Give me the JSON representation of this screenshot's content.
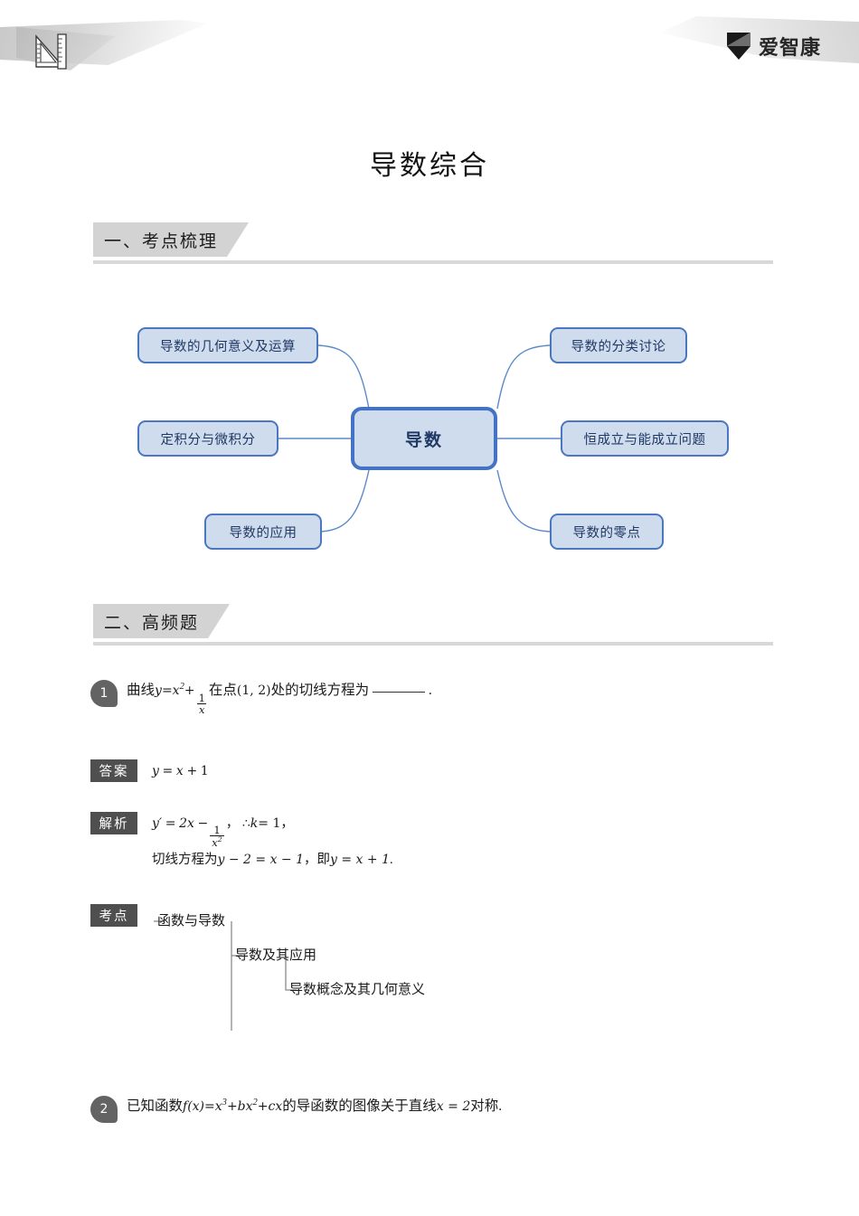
{
  "header": {
    "left_icon": "triangle-ruler-icon",
    "logo_mark": "bowtie-logo-mark",
    "logo_text": "爱智康"
  },
  "document": {
    "title": "导数综合"
  },
  "sections": [
    {
      "label": "一、考点梳理"
    },
    {
      "label": "二、高频题"
    }
  ],
  "mindmap": {
    "center": "导数",
    "left_nodes": [
      "导数的几何意义及运算",
      "定积分与微积分",
      "导数的应用"
    ],
    "right_nodes": [
      "导数的分类讨论",
      "恒成立与能成立问题",
      "导数的零点"
    ],
    "colors": {
      "node_fill": "#cfdcee",
      "node_border": "#4a77c0",
      "center_border": "#4472c4",
      "text": "#1f3864",
      "connector": "#5b8ac9"
    }
  },
  "questions": [
    {
      "number": "1",
      "stem": {
        "p1": "曲线",
        "eq_y": "y",
        "eq_eq": "=",
        "eq_x2": "x",
        "eq_x2_exp": "2",
        "eq_plus": "+",
        "frac_num": "1",
        "frac_den": "x",
        "p2": "在点",
        "point": "(1, 2)",
        "p3": "处的切线方程为",
        "p4": "."
      },
      "answer": {
        "tag": "答案",
        "eq_y": "y",
        "eq_eq": "=",
        "eq_x": "x",
        "eq_plus": "+",
        "eq_one": "1"
      },
      "analysis": {
        "tag": "解析",
        "line1_yprime": "y′",
        "line1_eq": "=",
        "line1_2x": "2x",
        "line1_minus": "−",
        "line1_frac_num": "1",
        "line1_frac_den": "x",
        "line1_frac_den_exp": "2",
        "line1_comma": "，",
        "line1_therefore": "∴",
        "line1_k": "k",
        "line1_k_eq": "= 1",
        "line1_end": "，",
        "line2_prefix": "切线方程为",
        "line2_eq1": "y − 2 = x − 1",
        "line2_mid": "，即",
        "line2_eq2": "y = x + 1",
        "line2_end": "."
      },
      "keypoints": {
        "tag": "考点",
        "level1": "函数与导数",
        "level2": "导数及其应用",
        "level3": "导数概念及其几何意义"
      }
    },
    {
      "number": "2",
      "stem": {
        "p1": "已知函数",
        "fx": "f(x)",
        "eq": "=",
        "x3": "x",
        "x3_exp": "3",
        "plus1": "+",
        "bx2": "bx",
        "bx2_exp": "2",
        "plus2": "+",
        "cx": "cx",
        "p2": "的导函数的图像关于直线",
        "line_eq": "x = 2",
        "p3": "对称",
        "p4": "."
      }
    }
  ]
}
